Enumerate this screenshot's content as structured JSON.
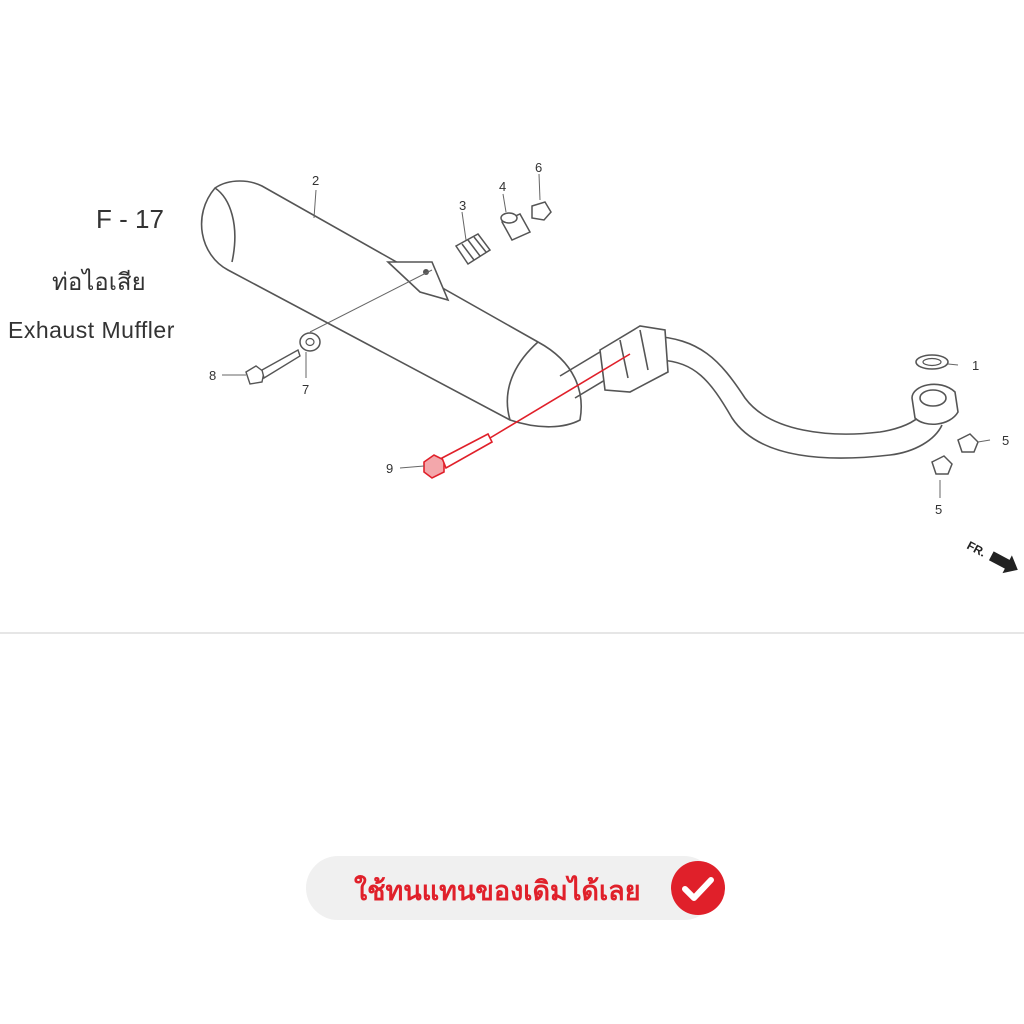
{
  "diagram": {
    "code": "F - 17",
    "title_th": "ท่อไอเสีย",
    "title_en": "Exhaust Muffler",
    "front_label": "FR.",
    "callouts": [
      {
        "id": "c1",
        "label": "1"
      },
      {
        "id": "c2",
        "label": "2"
      },
      {
        "id": "c3",
        "label": "3"
      },
      {
        "id": "c4",
        "label": "4"
      },
      {
        "id": "c5a",
        "label": "5"
      },
      {
        "id": "c5b",
        "label": "5"
      },
      {
        "id": "c6",
        "label": "6"
      },
      {
        "id": "c7",
        "label": "7"
      },
      {
        "id": "c8",
        "label": "8"
      },
      {
        "id": "c9",
        "label": "9"
      }
    ],
    "highlight_part": "9",
    "highlight_color": "#e0202a"
  },
  "badge": {
    "text": "ใช้ทนแทนของเดิมได้เลย",
    "icon": "check-circle-icon",
    "color": "#e0202a"
  }
}
